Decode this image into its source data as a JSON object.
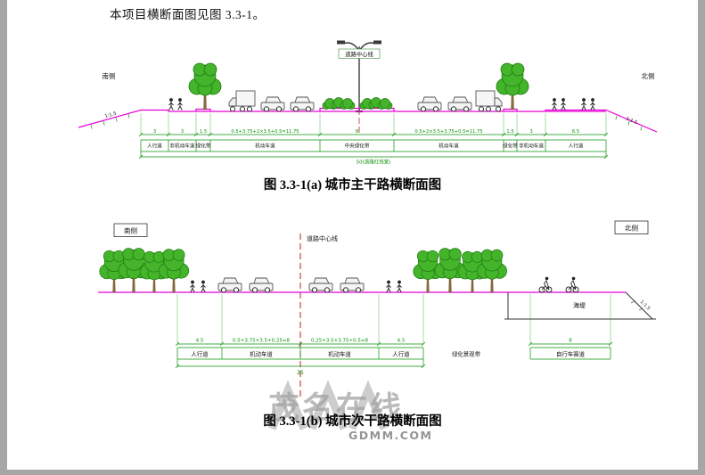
{
  "page": {
    "intro_text": "本项目横断面图见图 3.3-1。"
  },
  "figure_a": {
    "caption": "图 3.3-1(a) 城市主干路横断面图",
    "side_left": "南侧",
    "side_right": "北侧",
    "centerline_label": "道路中心线",
    "slope_left": "1:1.5",
    "slope_right": "1:1.5",
    "total_width_label": "50(道路红线宽)",
    "segments": [
      {
        "dim": "3",
        "label": "人行道"
      },
      {
        "dim": "3",
        "label": "非机动车道"
      },
      {
        "dim": "1.5",
        "label": "绿化带"
      },
      {
        "dim": "0.5+3.75+2×3.5+0.5=11.75",
        "label": "机动车道"
      },
      {
        "dim": "8",
        "label": "中央绿化带"
      },
      {
        "dim": "0.5+2×3.5+3.75+0.5=11.75",
        "label": "机动车道"
      },
      {
        "dim": "1.5",
        "label": "绿化带"
      },
      {
        "dim": "3",
        "label": "非机动车道"
      },
      {
        "dim": "6.5",
        "label": "人行道"
      }
    ]
  },
  "figure_b": {
    "caption": "图 3.3-1(b) 城市次干路横断面图",
    "side_left": "南侧",
    "side_right": "北侧",
    "centerline_label": "道路中心线",
    "seawall_label": "海堤",
    "slope_right": "1:1.5",
    "total_width_label": "25",
    "segments": [
      {
        "dim": "4.5",
        "label": "人行道"
      },
      {
        "dim": "0.5+3.75+3.5+0.25=8",
        "label": "机动车道"
      },
      {
        "dim": "0.25+3.5+3.75+0.5=8",
        "label": "机动车道"
      },
      {
        "dim": "4.5",
        "label": "人行道"
      },
      {
        "dim": "",
        "label": "绿化景观带"
      },
      {
        "dim": "8",
        "label": "自行车赛道"
      }
    ]
  },
  "watermark": {
    "site_name": "茂名在线",
    "domain": "GDMM.COM"
  }
}
